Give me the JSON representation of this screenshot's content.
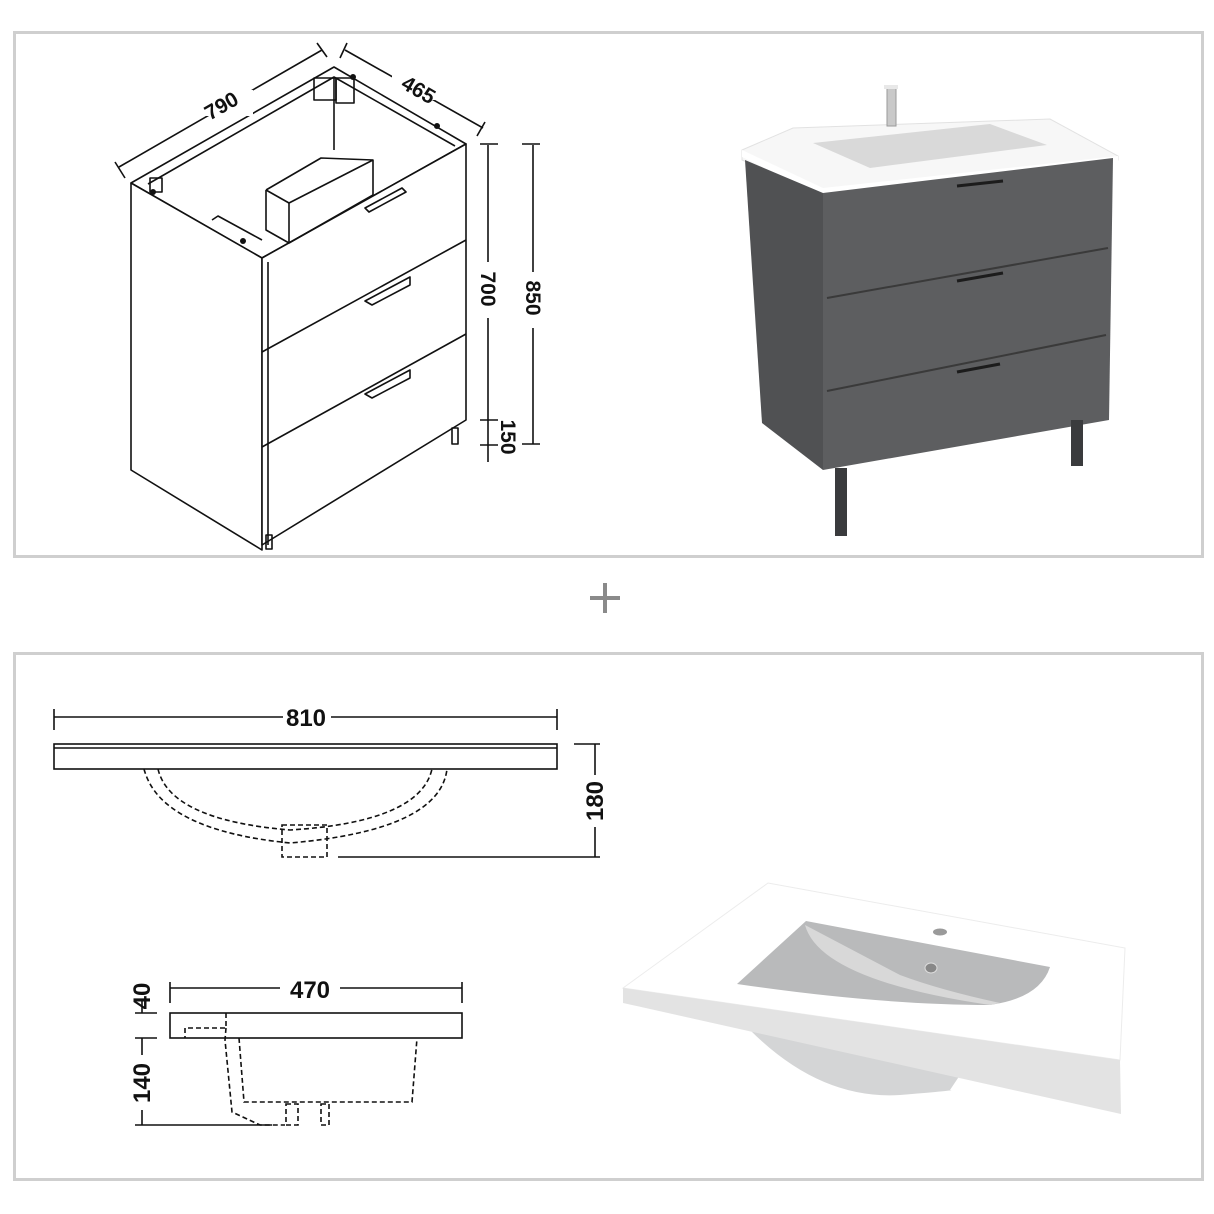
{
  "cabinet_drawing": {
    "width_label": "790",
    "depth_label": "465",
    "body_height_label": "700",
    "total_height_label": "850",
    "leg_height_label": "150",
    "drawer_count": 3
  },
  "cabinet_render": {
    "body_color": "#5d5e60",
    "top_color": "#ffffff",
    "leg_color": "#3a3b3d",
    "handle_color": "#1c1c1c"
  },
  "separator": {
    "symbol": "+"
  },
  "basin_front_drawing": {
    "width_label": "810",
    "height_label": "180"
  },
  "basin_side_drawing": {
    "depth_label": "470",
    "slab_label": "40",
    "bowl_label": "140"
  },
  "basin_render": {
    "slab_color": "#ffffff",
    "bowl_color": "#b7b8b9",
    "edge_color": "#d9d9d9"
  },
  "colors": {
    "panel_border": "#cfcfcf",
    "line": "#111111",
    "plus": "#8a8a8a"
  }
}
